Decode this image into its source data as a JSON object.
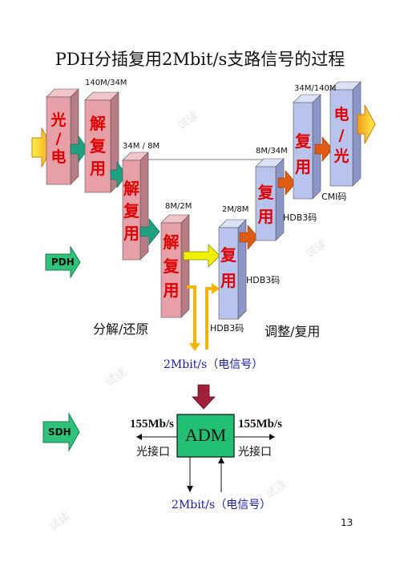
{
  "title": "PDH分插复用2Mbit/s支路信号的过程",
  "rates": {
    "r140_34": "140M/34M",
    "r34_8": "34M / 8M",
    "r8_2": "8M/2M",
    "r2_8": "2M/8M",
    "r8_34": "8M/34M",
    "r34_140": "34M/140M"
  },
  "boxes": {
    "optical_to_electric": [
      "光",
      "/",
      "电"
    ],
    "demux1": [
      "解",
      "复",
      "用"
    ],
    "demux2": [
      "解",
      "复",
      "用"
    ],
    "demux3": [
      "解",
      "复",
      "用"
    ],
    "mux1": [
      "复",
      "用"
    ],
    "mux2": [
      "复",
      "用"
    ],
    "mux3": [
      "复",
      "用"
    ],
    "electric_to_optical": [
      "电",
      "/",
      "光"
    ]
  },
  "codes": {
    "hdb3_a": "HDB3码",
    "hdb3_b": "HDB3码",
    "hdb3_c": "HDB3码",
    "cmi": "CMI码"
  },
  "labels": {
    "decompose": "分解/还原",
    "adjust": "调整/复用",
    "tributary_pdh": "2Mbit/s（电信号）",
    "tributary_sdh": "2Mbit/s（电信号）"
  },
  "tags": {
    "pdh": "PDH",
    "sdh": "SDH"
  },
  "sdh": {
    "adm": "ADM",
    "rate_left": "155Mb/s",
    "rate_right": "155Mb/s",
    "port_left": "光接口",
    "port_right": "光接口"
  },
  "page_number": "13",
  "colors": {
    "box_fill": "#e8a0a8",
    "box_dark": "#b87c84",
    "mux_fill": "#b8c4ee",
    "mux_dark": "#8c96c8",
    "arrow_teal": "#1fa080",
    "arrow_orange": "#e05a10",
    "arrow_yellow": "#f0f000",
    "arrow_green": "#2ec27a",
    "adm_fill": "#22c073",
    "red_label": "#e00000",
    "blue_text": "#1a1aa8"
  }
}
